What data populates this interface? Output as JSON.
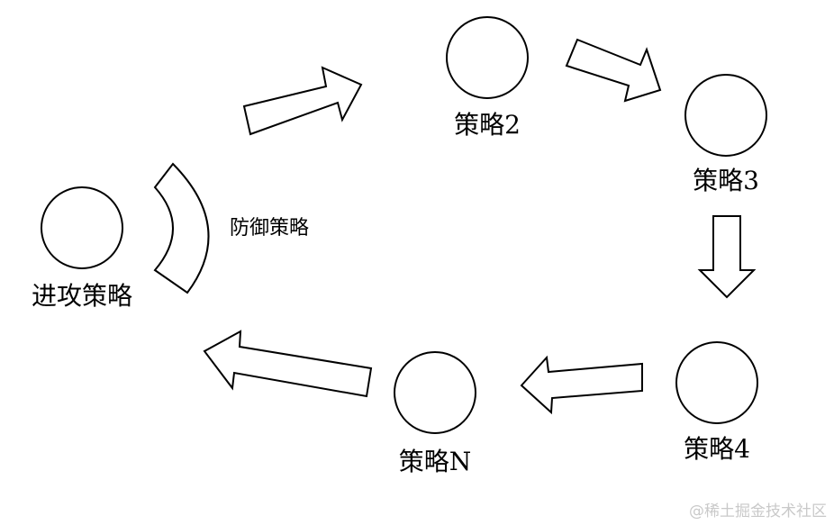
{
  "diagram": {
    "nodes": {
      "attack": "进攻策略",
      "s2": "策略2",
      "s3": "策略3",
      "s4": "策略4",
      "sn": "策略N"
    },
    "defense_label": "防御策略"
  },
  "watermark": "@稀土掘金技术社区"
}
